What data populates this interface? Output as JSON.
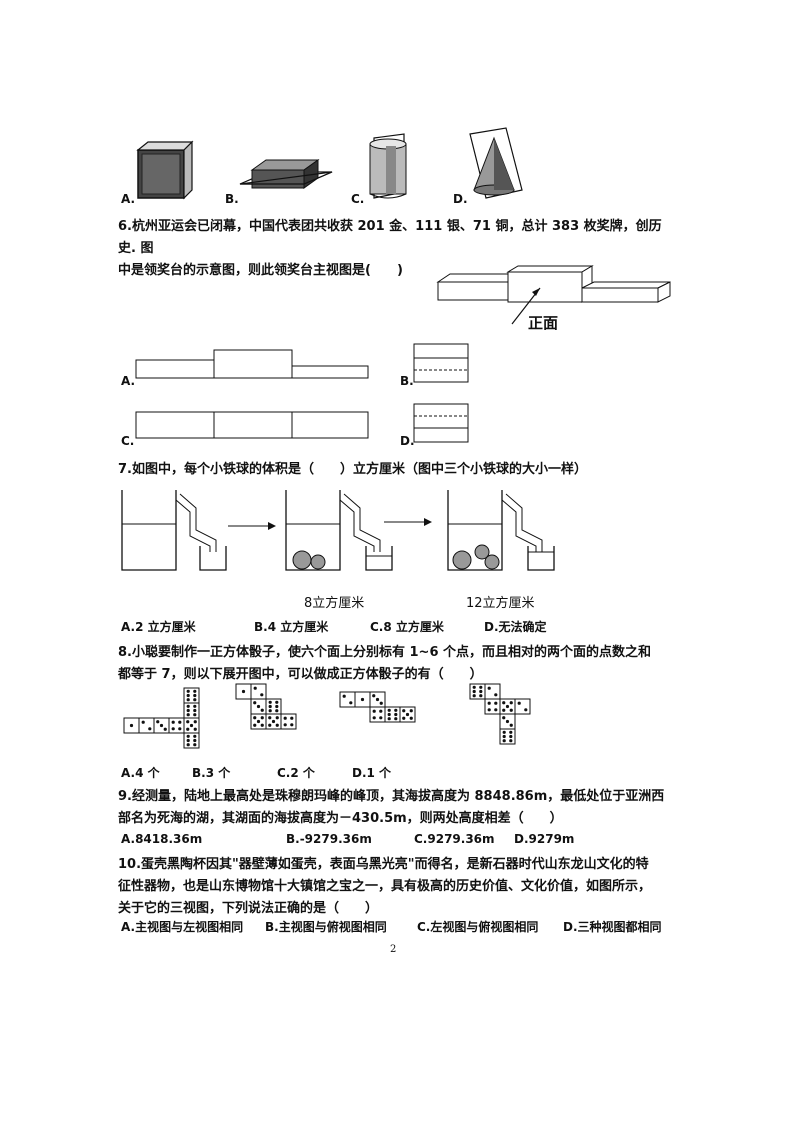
{
  "q5": {
    "options": [
      "A.",
      "B.",
      "C.",
      "D."
    ]
  },
  "q6": {
    "line1": "6.杭州亚运会已闭幕，中国代表团共收获 201 金、111 银、71 铜，总计 383 枚奖牌，创历史. 图",
    "line2": "中是领奖台的示意图，则此领奖台主视图是(　　)",
    "front_label": "正面",
    "options": [
      "A.",
      "B.",
      "C.",
      "D."
    ]
  },
  "q7": {
    "text": "7.如图中，每个小铁球的体积是（　　）立方厘米（图中三个小铁球的大小一样）",
    "cap1": "8立方厘米",
    "cap2": "12立方厘米",
    "options": [
      "A.2 立方厘米",
      "B.4 立方厘米",
      "C.8 立方厘米",
      "D.无法确定"
    ]
  },
  "q8": {
    "line1": "8.小聪要制作一正方体骰子，使六个面上分别标有 1~6 个点，而且相对的两个面的点数之和",
    "line2": "都等于 7，则以下展开图中，可以做成正方体骰子的有（　　）",
    "options": [
      "A.4 个",
      "B.3 个",
      "C.2 个",
      "D.1 个"
    ]
  },
  "q9": {
    "line1": "9.经测量，陆地上最高处是珠穆朗玛峰的峰顶，其海拔高度为 8848.86m，最低处位于亚洲西",
    "line2": "部名为死海的湖，其湖面的海拔高度为－430.5m，则两处高度相差（　　）",
    "options": [
      "A.8418.36m",
      "B.-9279.36m",
      "C.9279.36m",
      "D.9279m"
    ]
  },
  "q10": {
    "line1": "10.蛋壳黑陶杯因其\"器壁薄如蛋壳，表面乌黑光亮\"而得名，是新石器时代山东龙山文化的特",
    "line2": "征性器物，也是山东博物馆十大镇馆之宝之一，具有极高的历史价值、文化价值，如图所示，",
    "line3": "关于它的三视图，下列说法正确的是（　　）",
    "options": [
      "A.主视图与左视图相同",
      "B.主视图与俯视图相同",
      "C.左视图与俯视图相同",
      "D.三种视图都相同"
    ]
  },
  "page_number": "2"
}
